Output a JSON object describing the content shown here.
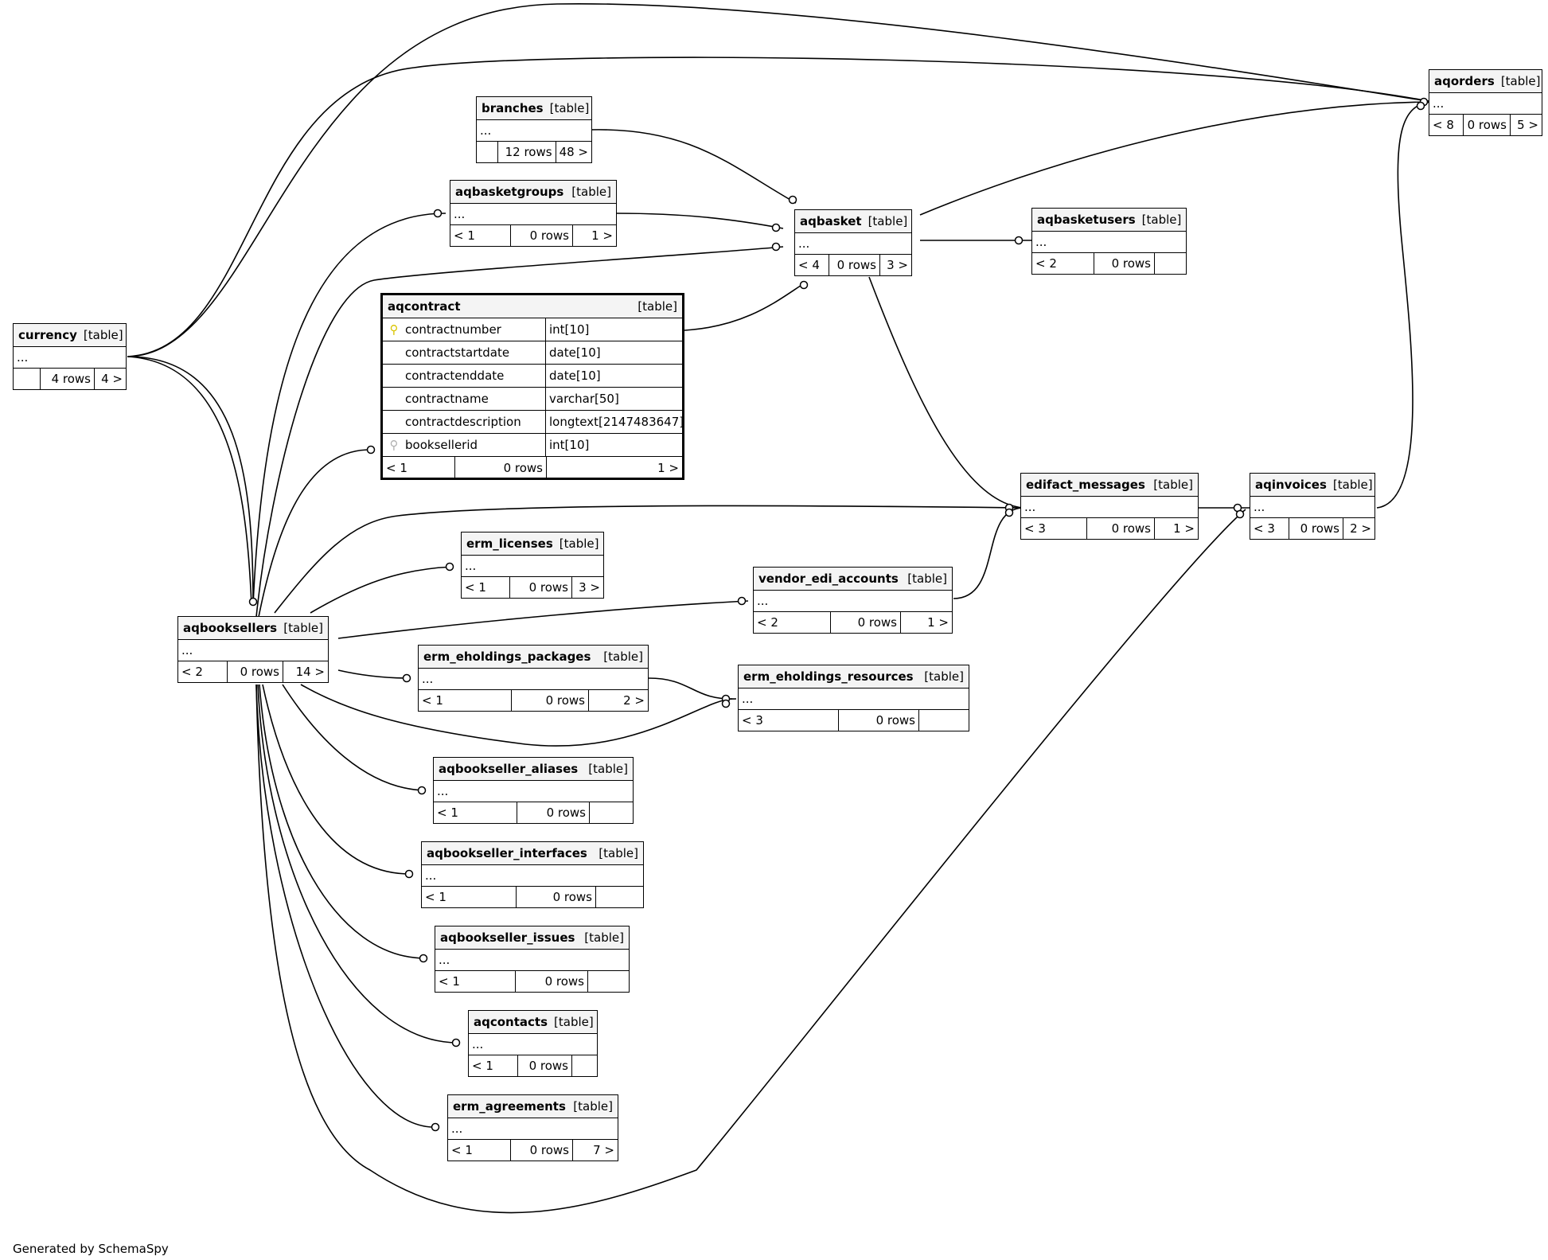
{
  "credit": "Generated by SchemaSpy",
  "ellipsis": "...",
  "tables": {
    "currency": {
      "name": "currency",
      "type": "[table]",
      "left": "",
      "rows": "4 rows",
      "right": "4 >"
    },
    "branches": {
      "name": "branches",
      "type": "[table]",
      "left": "",
      "rows": "12 rows",
      "right": "48 >"
    },
    "aqbasketgroups": {
      "name": "aqbasketgroups",
      "type": "[table]",
      "left": "< 1",
      "rows": "0 rows",
      "right": "1 >"
    },
    "aqbasket": {
      "name": "aqbasket",
      "type": "[table]",
      "left": "< 4",
      "rows": "0 rows",
      "right": "3 >"
    },
    "aqbasketusers": {
      "name": "aqbasketusers",
      "type": "[table]",
      "left": "< 2",
      "rows": "0 rows",
      "right": ""
    },
    "aqorders": {
      "name": "aqorders",
      "type": "[table]",
      "left": "< 8",
      "rows": "0 rows",
      "right": "5 >"
    },
    "aqcontract": {
      "name": "aqcontract",
      "type": "[table]",
      "left": "< 1",
      "rows": "0 rows",
      "right": "1 >",
      "columns": [
        {
          "name": "contractnumber",
          "type": "int[10]",
          "key": "pk"
        },
        {
          "name": "contractstartdate",
          "type": "date[10]",
          "key": ""
        },
        {
          "name": "contractenddate",
          "type": "date[10]",
          "key": ""
        },
        {
          "name": "contractname",
          "type": "varchar[50]",
          "key": ""
        },
        {
          "name": "contractdescription",
          "type": "longtext[2147483647]",
          "key": ""
        },
        {
          "name": "booksellerid",
          "type": "int[10]",
          "key": "fk"
        }
      ]
    },
    "edifact_messages": {
      "name": "edifact_messages",
      "type": "[table]",
      "left": "< 3",
      "rows": "0 rows",
      "right": "1 >"
    },
    "aqinvoices": {
      "name": "aqinvoices",
      "type": "[table]",
      "left": "< 3",
      "rows": "0 rows",
      "right": "2 >"
    },
    "erm_licenses": {
      "name": "erm_licenses",
      "type": "[table]",
      "left": "< 1",
      "rows": "0 rows",
      "right": "3 >"
    },
    "vendor_edi_accounts": {
      "name": "vendor_edi_accounts",
      "type": "[table]",
      "left": "< 2",
      "rows": "0 rows",
      "right": "1 >"
    },
    "aqbooksellers": {
      "name": "aqbooksellers",
      "type": "[table]",
      "left": "< 2",
      "rows": "0 rows",
      "right": "14 >"
    },
    "erm_eholdings_packages": {
      "name": "erm_eholdings_packages",
      "type": "[table]",
      "left": "< 1",
      "rows": "0 rows",
      "right": "2 >"
    },
    "erm_eholdings_resources": {
      "name": "erm_eholdings_resources",
      "type": "[table]",
      "left": "< 3",
      "rows": "0 rows",
      "right": ""
    },
    "aqbookseller_aliases": {
      "name": "aqbookseller_aliases",
      "type": "[table]",
      "left": "< 1",
      "rows": "0 rows",
      "right": ""
    },
    "aqbookseller_interfaces": {
      "name": "aqbookseller_interfaces",
      "type": "[table]",
      "left": "< 1",
      "rows": "0 rows",
      "right": ""
    },
    "aqbookseller_issues": {
      "name": "aqbookseller_issues",
      "type": "[table]",
      "left": "< 1",
      "rows": "0 rows",
      "right": ""
    },
    "aqcontacts": {
      "name": "aqcontacts",
      "type": "[table]",
      "left": "< 1",
      "rows": "0 rows",
      "right": ""
    },
    "erm_agreements": {
      "name": "erm_agreements",
      "type": "[table]",
      "left": "< 1",
      "rows": "0 rows",
      "right": "7 >"
    }
  }
}
